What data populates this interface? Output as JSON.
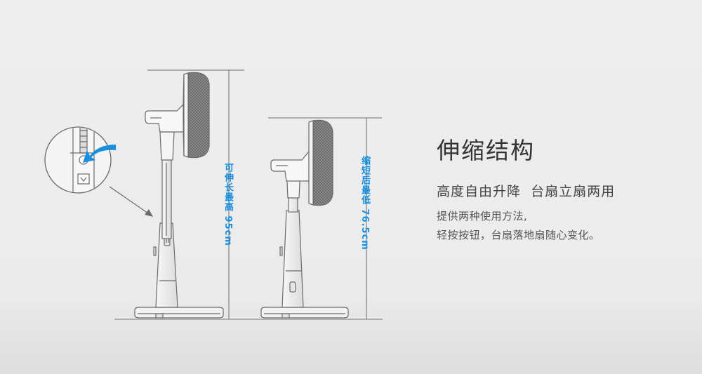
{
  "diagram": {
    "measure_tall_label": "可伸长最高 95cm",
    "measure_short_label": "缩短后最低 76.5cm"
  },
  "text": {
    "headline": "伸缩结构",
    "subheadline": "高度自由升降  台扇立扇两用",
    "desc_lines": [
      "提供两种使用方法,",
      "轻按按钮，台扇落地扇随心变化。"
    ]
  },
  "colors": {
    "accent": "#1a8fe0",
    "line": "#6b6b6b",
    "fan_grille": "#7d7d7d"
  }
}
